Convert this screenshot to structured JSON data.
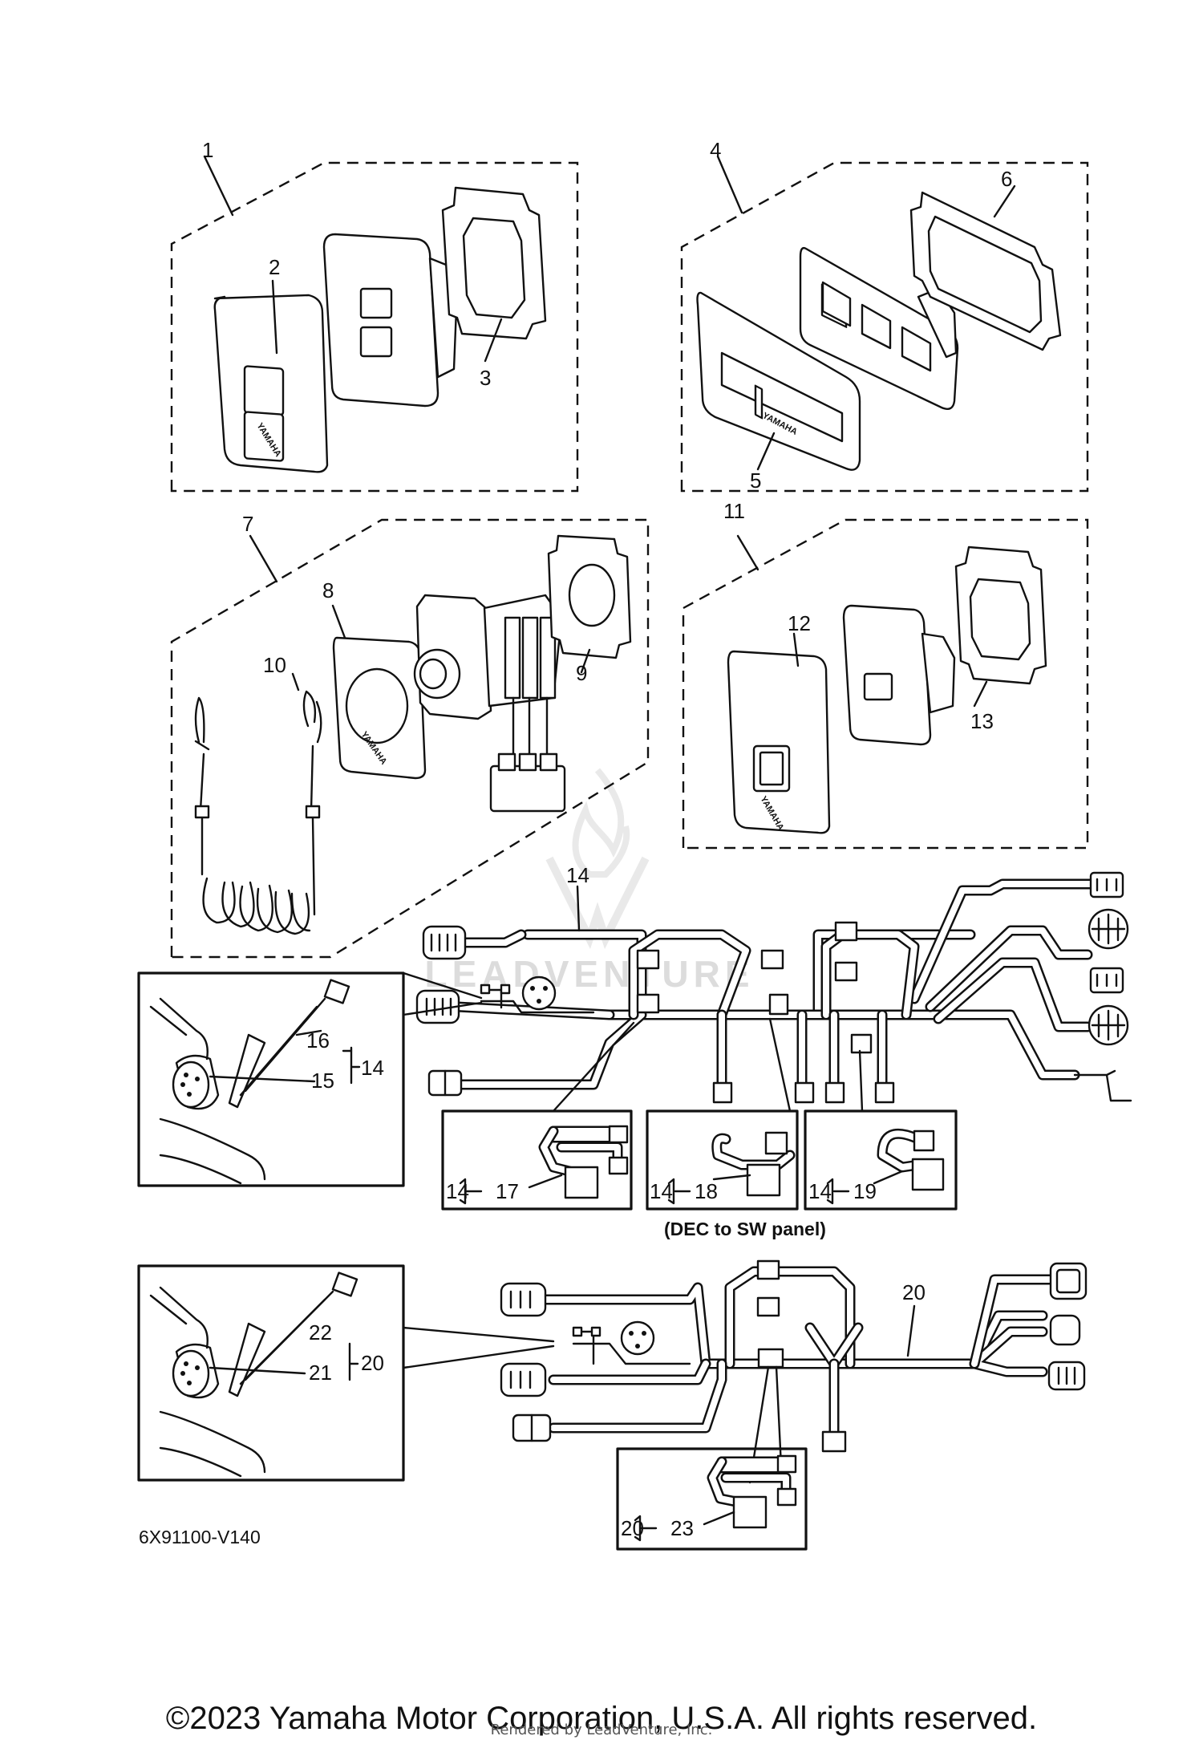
{
  "callouts": {
    "c1": "1",
    "c2": "2",
    "c3": "3",
    "c4": "4",
    "c5": "5",
    "c6": "6",
    "c7": "7",
    "c8": "8",
    "c9": "9",
    "c10": "10",
    "c11": "11",
    "c12": "12",
    "c13": "13",
    "c14": "14",
    "c15": "15",
    "c16": "16",
    "c14b": "14",
    "c14_17": "14",
    "c17": "17",
    "c14_18": "14",
    "c18": "18",
    "c14_19": "14",
    "c19": "19",
    "c20": "20",
    "c21": "21",
    "c22": "22",
    "c20b": "20",
    "c20_23": "20",
    "c23": "23"
  },
  "brand_mark": "YAMAHA",
  "harness_note": "(DEC to SW panel)",
  "diagram_code": "6X91100-V140",
  "watermark": "LEADVENTURE",
  "copyright": "©2023 Yamaha Motor Corporation, U.S.A. All rights reserved.",
  "rendered_by": "Rendered by LeadVenture, Inc."
}
